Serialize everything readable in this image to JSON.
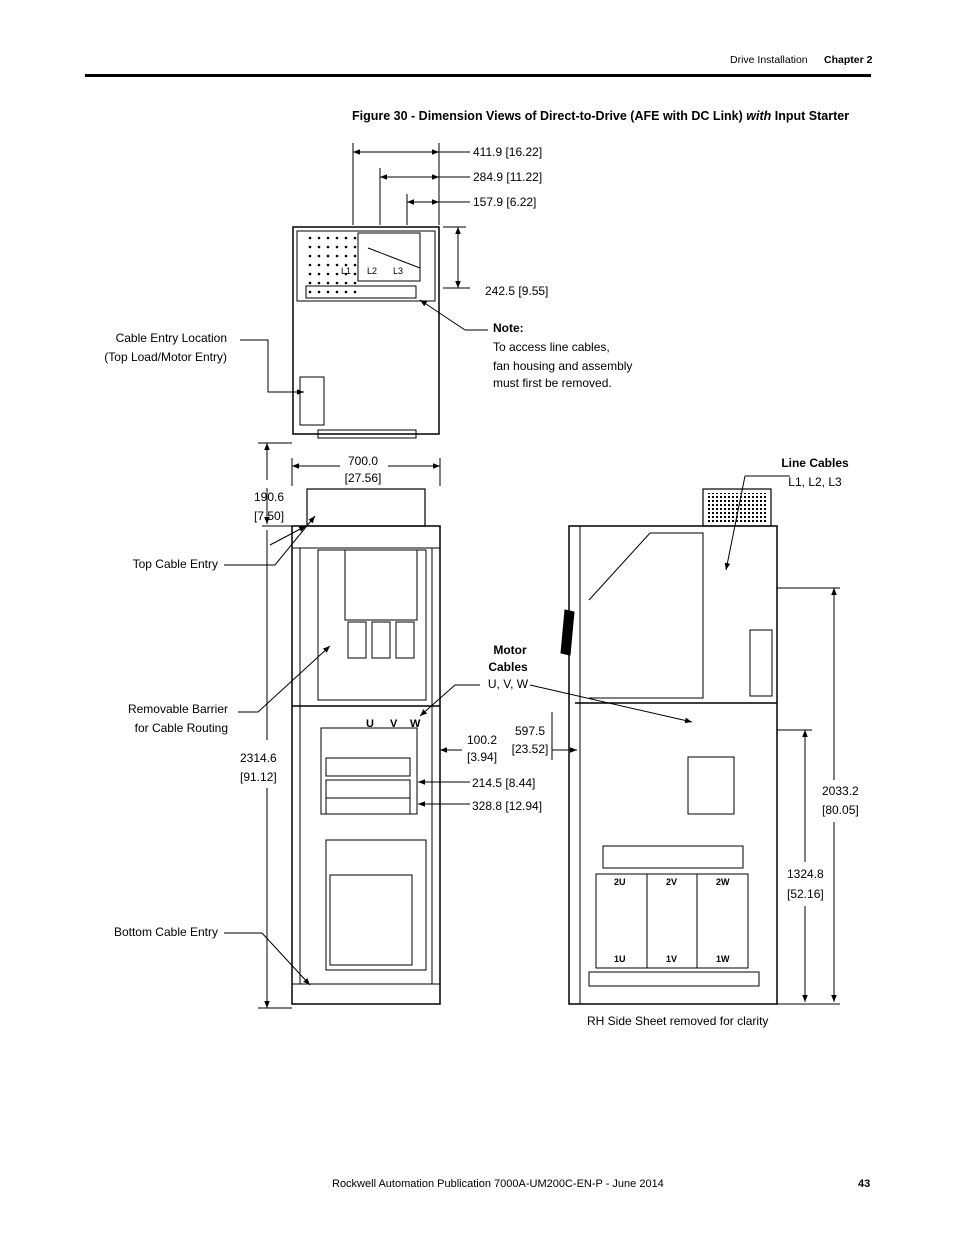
{
  "header": {
    "section": "Drive Installation",
    "chapter": "Chapter 2"
  },
  "figure": {
    "caption_pre": "Figure 30 - Dimension Views of Direct-to-Drive (AFE with DC Link)",
    "caption_em": "with",
    "caption_post": "Input Starter"
  },
  "top_view": {
    "dims": [
      "411.9 [16.22]",
      "284.9 [11.22]",
      "157.9 [6.22]",
      "242.5 [9.55]"
    ],
    "phase_labels": [
      "L1",
      "L2",
      "L3"
    ],
    "note_title": "Note:",
    "note_lines": [
      "To access line cables,",
      "fan housing and assembly",
      "must first be removed."
    ],
    "cable_entry_label": [
      "Cable Entry Location",
      "(Top Load/Motor Entry)"
    ]
  },
  "front_view": {
    "width_dim": [
      "700.0",
      "[27.56]"
    ],
    "height_top_dim": [
      "190.6",
      "[7.50]"
    ],
    "total_height_dim": [
      "2314.6",
      "[91.12]"
    ],
    "labels": {
      "top_cable_entry": "Top Cable Entry",
      "removable_barrier": [
        "Removable Barrier",
        "for Cable Routing"
      ],
      "bottom_cable_entry": "Bottom Cable Entry"
    },
    "motor_cables": [
      "Motor",
      "Cables",
      "U, V, W"
    ],
    "terminal_letters": [
      "U",
      "V",
      "W"
    ],
    "dims_right": [
      "100.2",
      "[3.94]",
      "214.5 [8.44]",
      "328.8 [12.94]"
    ],
    "dim_5975": [
      "597.5",
      "[23.52]"
    ]
  },
  "side_view": {
    "line_cables": [
      "Line Cables",
      "L1, L2, L3"
    ],
    "height_dims": [
      "2033.2",
      "[80.05]",
      "1324.8",
      "[52.16]"
    ],
    "caption": "RH Side Sheet removed for clarity",
    "terminal_top": [
      "2U",
      "2V",
      "2W"
    ],
    "terminal_bottom": [
      "1U",
      "1V",
      "1W"
    ]
  },
  "footer": {
    "publication": "Rockwell Automation Publication 7000A-UM200C-EN-P - June 2014",
    "page": "43"
  }
}
